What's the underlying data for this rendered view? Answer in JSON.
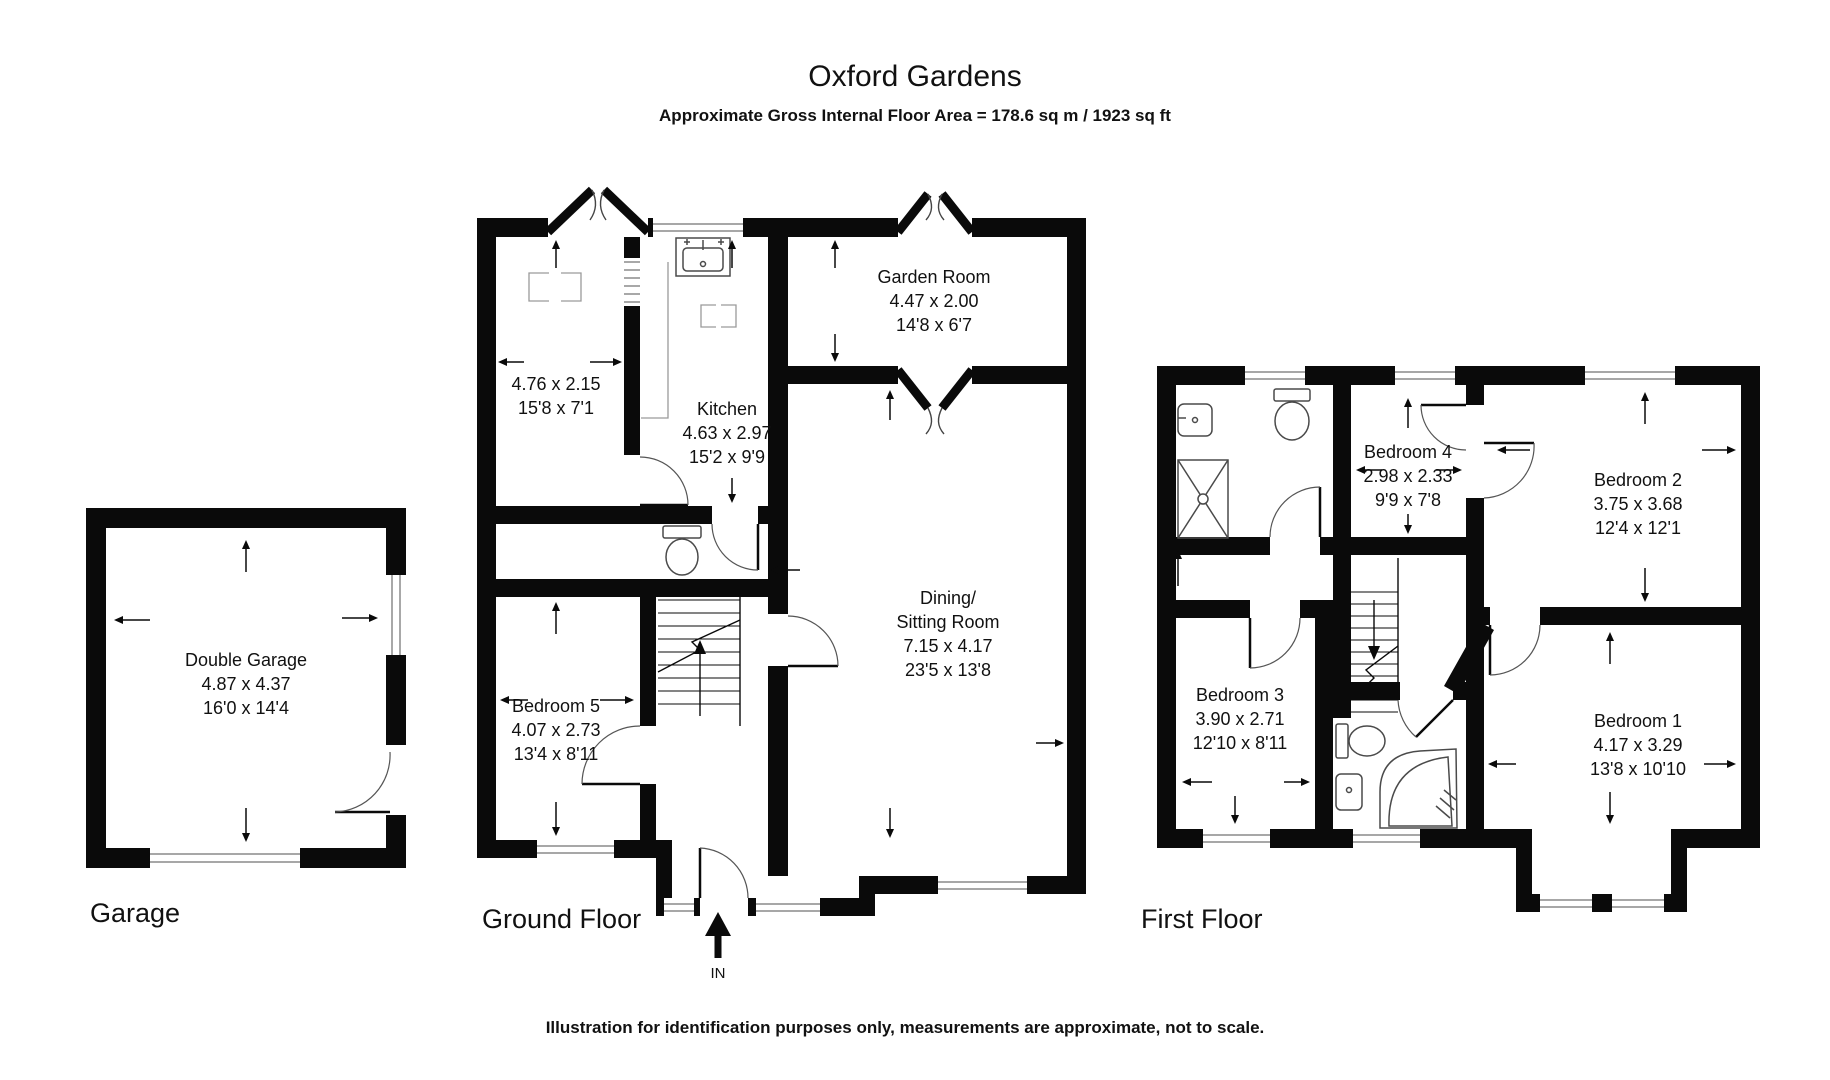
{
  "header": {
    "title": "Oxford Gardens",
    "subtitle": "Approximate Gross Internal Floor Area  = 178.6 sq m  / 1923 sq ft"
  },
  "plans": {
    "garage": {
      "label": "Garage",
      "room": {
        "name": "Double Garage",
        "metric": "4.87 x 4.37",
        "imperial": "16'0 x 14'4"
      }
    },
    "ground_floor": {
      "label": "Ground Floor",
      "entrance": "IN",
      "rooms": {
        "reception": {
          "metric": "4.76 x 2.15",
          "imperial": "15'8 x 7'1"
        },
        "kitchen": {
          "name": "Kitchen",
          "metric": "4.63 x 2.97",
          "imperial": "15'2 x 9'9"
        },
        "garden_room": {
          "name": "Garden Room",
          "metric": "4.47 x 2.00",
          "imperial": "14'8 x 6'7"
        },
        "dining_sitting_room": {
          "name_line1": "Dining/",
          "name_line2": "Sitting Room",
          "metric": "7.15 x 4.17",
          "imperial": "23'5 x 13'8"
        },
        "bedroom_5": {
          "name": "Bedroom 5",
          "metric": "4.07 x 2.73",
          "imperial": "13'4 x 8'11"
        }
      }
    },
    "first_floor": {
      "label": "First Floor",
      "rooms": {
        "bedroom_4": {
          "name": "Bedroom 4",
          "metric": "2.98 x 2.33",
          "imperial": "9'9 x 7'8"
        },
        "bedroom_2": {
          "name": "Bedroom 2",
          "metric": "3.75 x 3.68",
          "imperial": "12'4 x 12'1"
        },
        "bedroom_3": {
          "name": "Bedroom 3",
          "metric": "3.90 x 2.71",
          "imperial": "12'10 x 8'11"
        },
        "bedroom_1": {
          "name": "Bedroom 1",
          "metric": "4.17 x 3.29",
          "imperial": "13'8 x 10'10"
        }
      }
    }
  },
  "footer": {
    "disclaimer": "Illustration for identification purposes only, measurements are approximate, not to scale."
  },
  "colors": {
    "wall": "#000000",
    "background": "#ffffff",
    "fixture_outline": "#4a4a4a",
    "window_line": "#8a8a8a"
  }
}
